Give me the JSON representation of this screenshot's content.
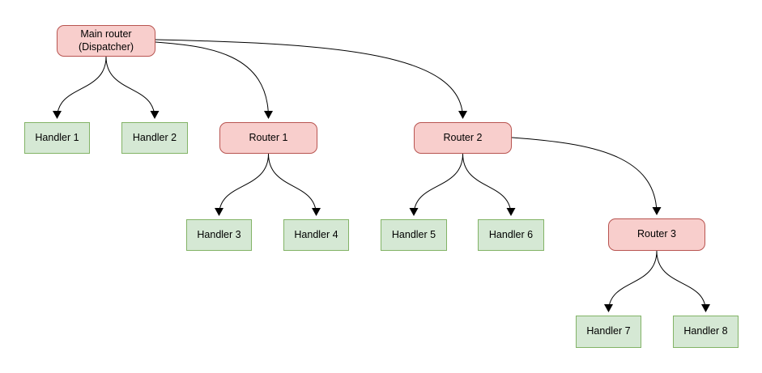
{
  "diagram": {
    "type": "tree",
    "title": "",
    "colors": {
      "router_fill": "#f8cecc",
      "router_border": "#b85450",
      "handler_fill": "#d5e8d4",
      "handler_border": "#82b366",
      "edge": "#000000",
      "text": "#000000",
      "background": "#ffffff"
    },
    "nodes": {
      "main": {
        "label": "Main router\n(Dispatcher)",
        "kind": "router"
      },
      "h1": {
        "label": "Handler 1",
        "kind": "handler"
      },
      "h2": {
        "label": "Handler 2",
        "kind": "handler"
      },
      "r1": {
        "label": "Router 1",
        "kind": "router"
      },
      "r2": {
        "label": "Router 2",
        "kind": "router"
      },
      "h3": {
        "label": "Handler 3",
        "kind": "handler"
      },
      "h4": {
        "label": "Handler 4",
        "kind": "handler"
      },
      "h5": {
        "label": "Handler 5",
        "kind": "handler"
      },
      "h6": {
        "label": "Handler 6",
        "kind": "handler"
      },
      "r3": {
        "label": "Router 3",
        "kind": "router"
      },
      "h7": {
        "label": "Handler 7",
        "kind": "handler"
      },
      "h8": {
        "label": "Handler 8",
        "kind": "handler"
      }
    },
    "edges": [
      {
        "from": "Main router (Dispatcher)",
        "to": "Handler 1"
      },
      {
        "from": "Main router (Dispatcher)",
        "to": "Handler 2"
      },
      {
        "from": "Main router (Dispatcher)",
        "to": "Router 1"
      },
      {
        "from": "Main router (Dispatcher)",
        "to": "Router 2"
      },
      {
        "from": "Router 1",
        "to": "Handler 3"
      },
      {
        "from": "Router 1",
        "to": "Handler 4"
      },
      {
        "from": "Router 2",
        "to": "Handler 5"
      },
      {
        "from": "Router 2",
        "to": "Handler 6"
      },
      {
        "from": "Router 2",
        "to": "Router 3"
      },
      {
        "from": "Router 3",
        "to": "Handler 7"
      },
      {
        "from": "Router 3",
        "to": "Handler 8"
      }
    ]
  }
}
